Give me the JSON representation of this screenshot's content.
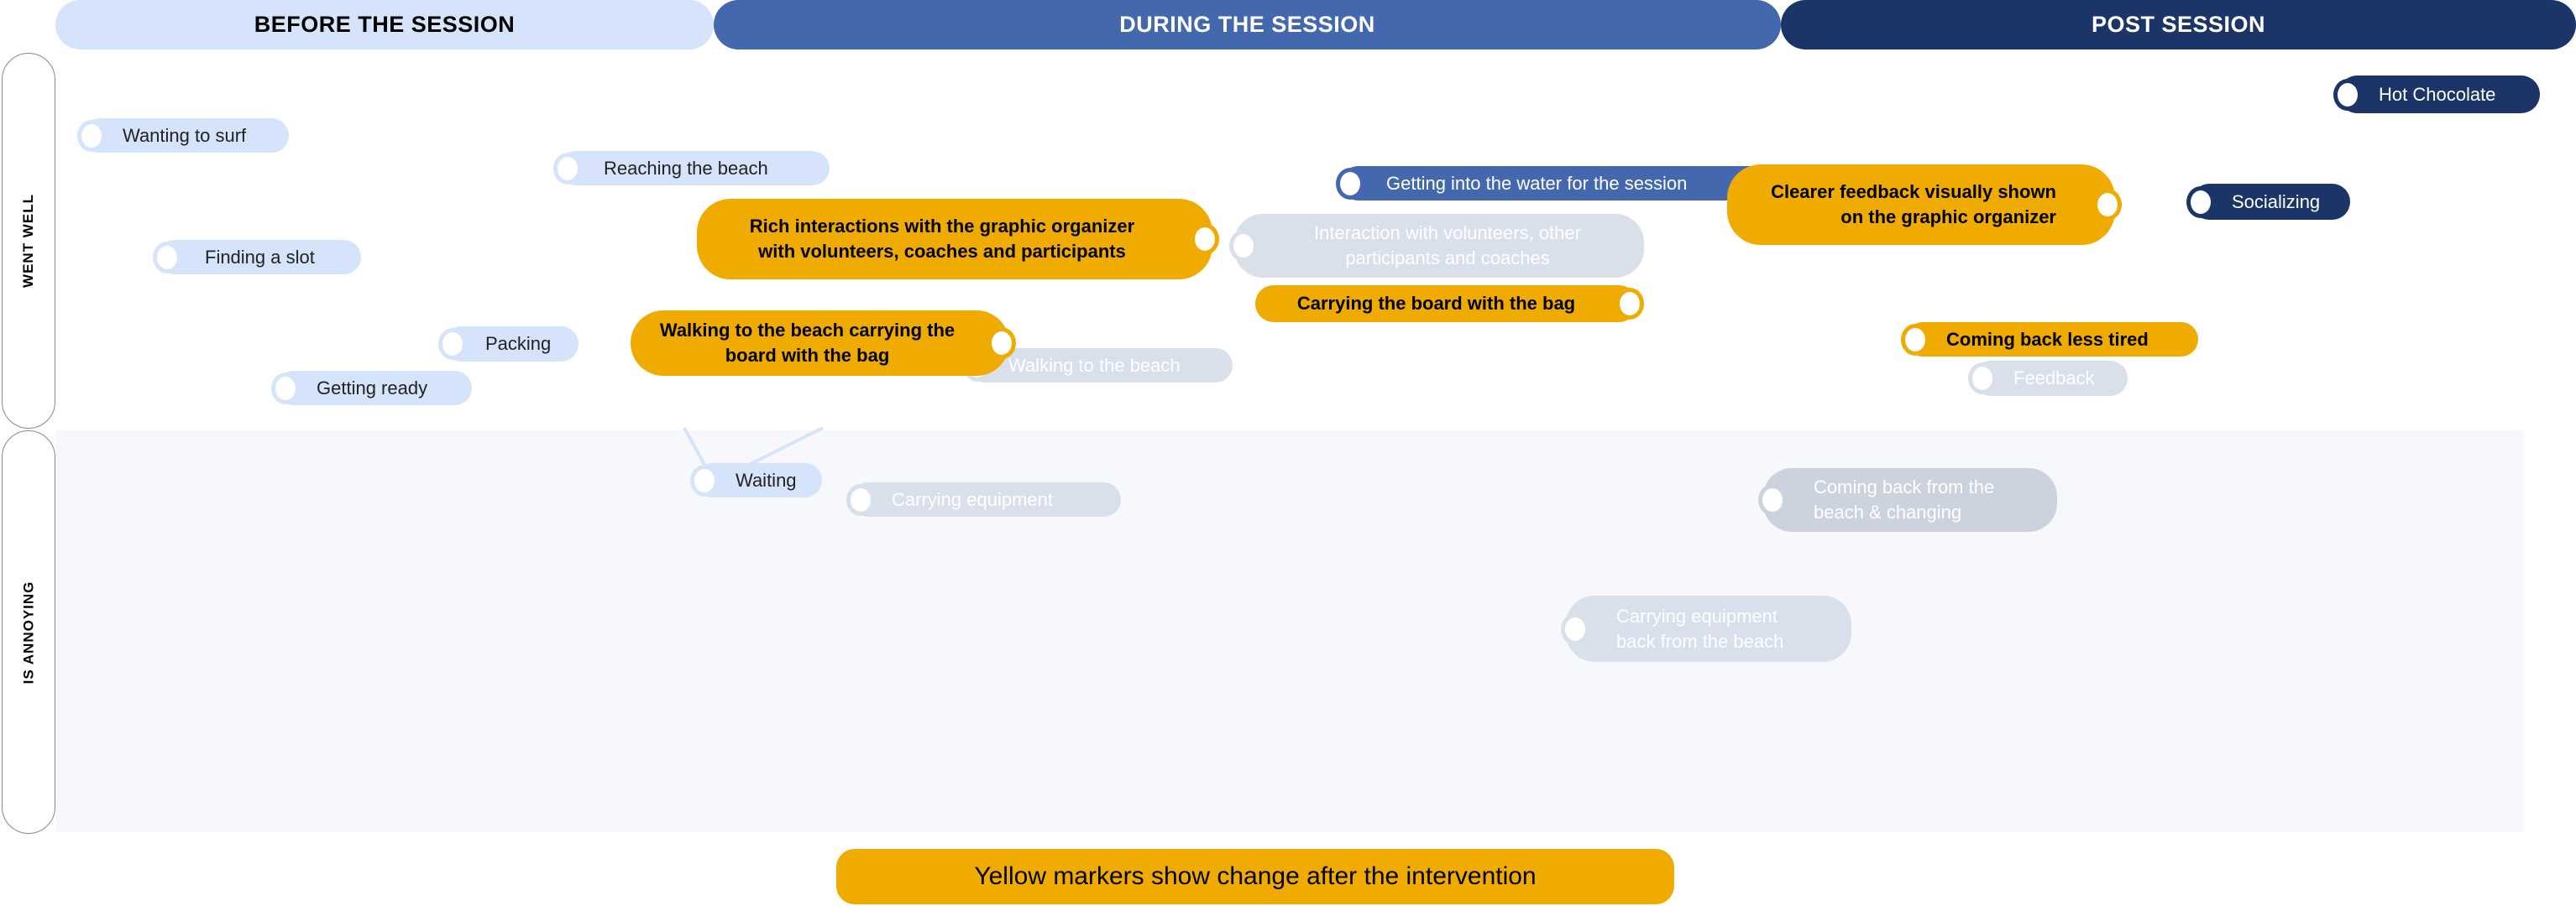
{
  "phases": {
    "before": "BEFORE THE SESSION",
    "during": "DURING THE SESSION",
    "post": "POST SESSION"
  },
  "rows": {
    "went_well": "WENT WELL",
    "annoying": "IS ANNOYING"
  },
  "colors": {
    "before": "#d6e4fb",
    "during": "#4468ae",
    "post": "#1b3568",
    "change": "#f0ab00",
    "faded": "#d9e0ec"
  },
  "markers": {
    "wanting_to_surf": "Wanting to surf",
    "finding_a_slot": "Finding a slot",
    "reaching_the_beach": "Reaching the beach",
    "packing": "Packing",
    "getting_ready": "Getting ready",
    "waiting": "Waiting",
    "carrying_equipment": "Carrying equipment",
    "walking_to_beach": "Walking to the beach",
    "interaction": "Interaction with volunteers, other participants and coaches",
    "getting_into_water": "Getting into the water for the session",
    "hot_chocolate": "Hot Chocolate",
    "socializing": "Socializing",
    "feedback": "Feedback",
    "coming_back_changing": "Coming back from the beach & changing",
    "carrying_back": "Carrying equipment back from the beach"
  },
  "changes": {
    "rich_interactions": "Rich interactions with the graphic organizer with volunteers, coaches and participants",
    "walking_carrying_board": "Walking to the beach carrying the board with the bag",
    "carrying_board": "Carrying the board with the bag",
    "clearer_feedback": "Clearer feedback visually shown on the  graphic organizer",
    "less_tired": "Coming back less tired"
  },
  "legend": "Yellow markers show change after the intervention"
}
